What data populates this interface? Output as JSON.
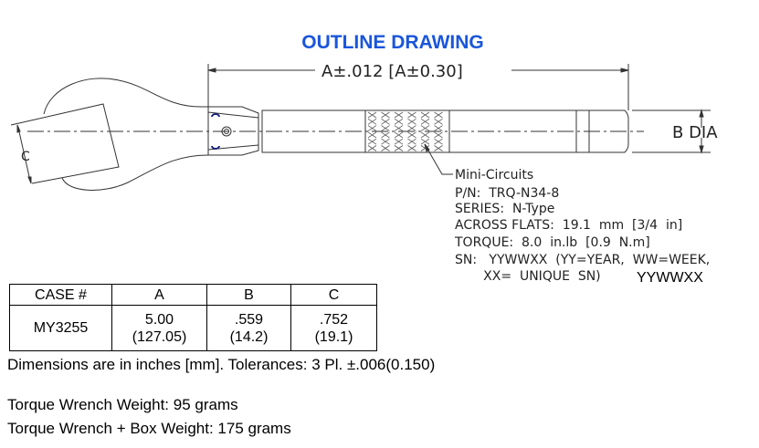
{
  "title": "OUTLINE DRAWING",
  "dim_a": "A±.012  [A±0.30]",
  "dim_b": "B  DIA",
  "dim_c": "C",
  "marking": [
    "Mini-Circuits",
    "P/N:  TRQ-N34-8",
    "SERIES:  N-Type",
    "ACROSS FLATS:  19.1  mm  [3/4  in]",
    "TORQUE:  8.0  in.lb  [0.9  N.m]",
    "SN:   YYWWXX  (YY=YEAR,  WW=WEEK,",
    "       XX=  UNIQUE  SN)"
  ],
  "sn_code": "YYWWXX",
  "table": {
    "headers": [
      "CASE #",
      "A",
      "B",
      "C"
    ],
    "row": {
      "case": "MY3255",
      "a": [
        "5.00",
        "(127.05)"
      ],
      "b": [
        ".559",
        "(14.2)"
      ],
      "c": [
        ".752",
        "(19.1)"
      ]
    }
  },
  "tolerance_note": "Dimensions are in inches [mm]. Tolerances:  3 Pl. ±.006(0.150)",
  "weight_1": "Torque Wrench Weight: 95 grams",
  "weight_2": "Torque Wrench + Box Weight: 175 grams",
  "colors": {
    "title": "#1a56db",
    "oring": "#1a237e"
  }
}
